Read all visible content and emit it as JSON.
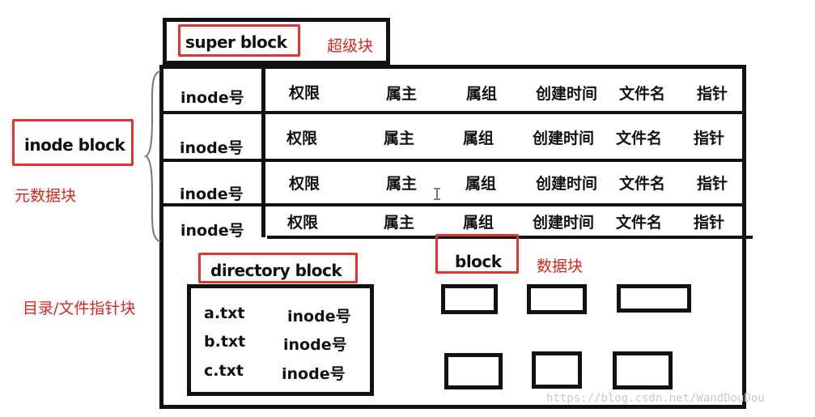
{
  "super_block": {
    "label": "super block",
    "annotation": "超级块"
  },
  "inode_block": {
    "label": "inode block",
    "annotation": "元数据块"
  },
  "inode_rows": [
    {
      "inode": "inode号",
      "fields": [
        "权限",
        "属主",
        "属组",
        "创建时间",
        "文件名",
        "指针"
      ]
    },
    {
      "inode": "inode号",
      "fields": [
        "权限",
        "属主",
        "属组",
        "创建时间",
        "文件名",
        "指针"
      ]
    },
    {
      "inode": "inode号",
      "fields": [
        "权限",
        "属主",
        "属组",
        "创建时间",
        "文件名",
        "指针"
      ]
    },
    {
      "inode": "inode号",
      "fields": [
        "权限",
        "属主",
        "属组",
        "创建时间",
        "文件名",
        "指针"
      ]
    }
  ],
  "directory_block": {
    "label": "directory block",
    "annotation": "目录/文件指针块",
    "entries": [
      {
        "name": "a.txt",
        "inode": "inode号"
      },
      {
        "name": "b.txt",
        "inode": "inode号"
      },
      {
        "name": "c.txt",
        "inode": "inode号"
      }
    ]
  },
  "data_block": {
    "label": "block",
    "annotation": "数据块"
  },
  "watermark": "https://blog.csdn.net/WandDouDou",
  "colors": {
    "highlight": "#e0342f",
    "line": "#111111"
  }
}
